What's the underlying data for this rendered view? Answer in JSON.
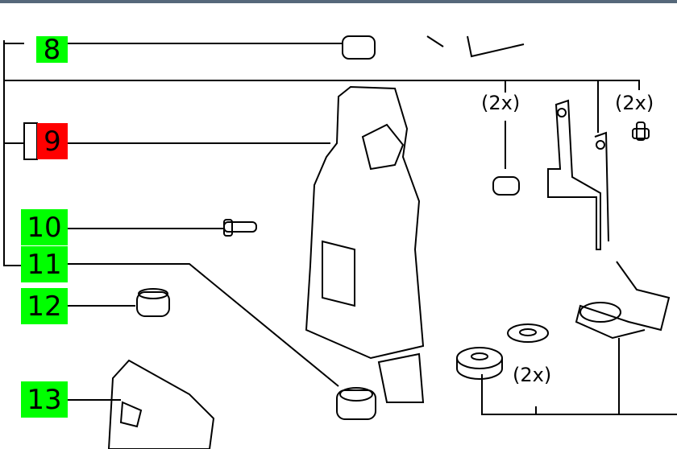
{
  "callouts": [
    {
      "number": "8",
      "status": "available",
      "color": "#00ff00"
    },
    {
      "number": "9",
      "status": "selected",
      "color": "#ff0000"
    },
    {
      "number": "10",
      "status": "available",
      "color": "#00ff00"
    },
    {
      "number": "11",
      "status": "available",
      "color": "#00ff00"
    },
    {
      "number": "12",
      "status": "available",
      "color": "#00ff00"
    },
    {
      "number": "13",
      "status": "available",
      "color": "#00ff00"
    }
  ],
  "quantities": [
    "(2x)",
    "(2x)",
    "(2x)"
  ]
}
